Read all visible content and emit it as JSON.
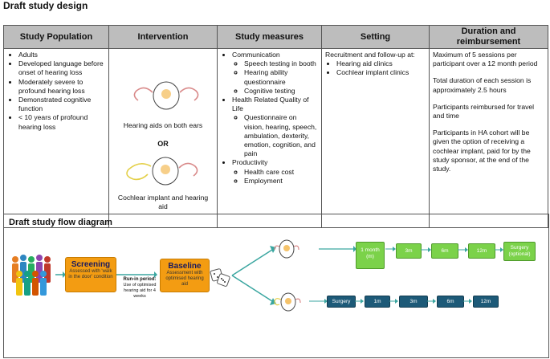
{
  "design": {
    "title": "Draft study design",
    "headers": [
      "Study Population",
      "Intervention",
      "Study measures",
      "Setting",
      "Duration and reimbursement"
    ],
    "population": [
      "Adults",
      "Developed language before onset of hearing loss",
      "Moderately severe to profound hearing loss",
      "Demonstrated cognitive function",
      "< 10 years of profound hearing loss"
    ],
    "intervention": {
      "caption_top": "Hearing aids on both ears",
      "or": "OR",
      "caption_bottom": "Cochlear implant and hearing aid"
    },
    "measures": {
      "communication": "Communication",
      "communication_items": [
        "Speech testing in booth",
        "Hearing ability questionnaire",
        "Cognitive testing"
      ],
      "hrqol": "Health Related Quality of Life",
      "hrqol_items": [
        "Questionnaire on vision, hearing, speech, ambulation, dexterity, emotion, cognition, and pain"
      ],
      "productivity": "Productivity",
      "productivity_items": [
        "Health care cost",
        "Employment"
      ]
    },
    "setting": {
      "intro": "Recruitment and follow-up at:",
      "items": [
        "Hearing aid clinics",
        "Cochlear implant clinics"
      ]
    },
    "duration": [
      "Maximum of 5 sessions per participant over a 12 month period",
      "Total duration of each session is approximately 2.5 hours",
      "Participants reimbursed for travel and time",
      "Participants in HA cohort will be given the option of receiving a cochlear implant, paid for by the study sponsor, at the end of the study."
    ]
  },
  "flow": {
    "title": "Draft study flow diagram",
    "screening": {
      "title": "Screening",
      "sub": "Assessed with 'walk in the door' condition"
    },
    "runin": {
      "title": "Run-in period:",
      "sub": "Use of optimised hearing aid for 4 weeks"
    },
    "baseline": {
      "title": "Baseline",
      "sub": "Assessment with optimised hearing aid"
    },
    "ha_path": [
      "1 month (m)",
      "3m",
      "6m",
      "12m",
      "Surgery (optional)"
    ],
    "ci_path": [
      "Surgery",
      "1m",
      "3m",
      "6m",
      "12m"
    ]
  },
  "colors": {
    "orange": "#f39c12",
    "green": "#7bd24a",
    "blue": "#1d5a78",
    "teal_arrow": "#3aa6a0"
  }
}
